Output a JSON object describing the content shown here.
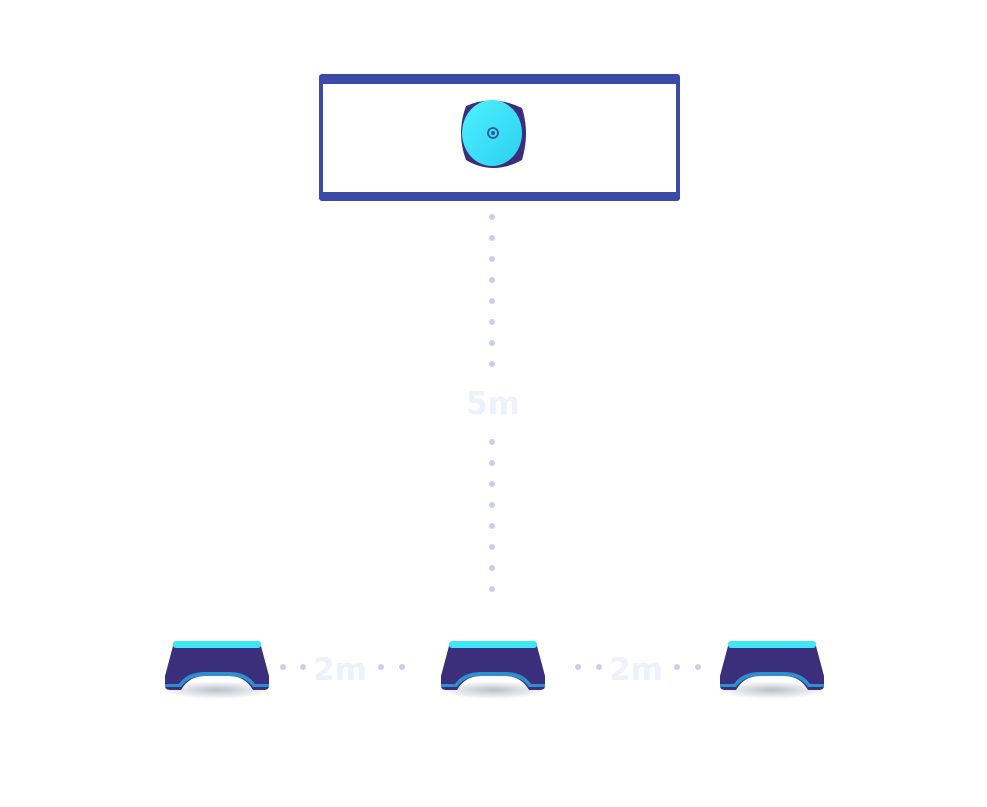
{
  "diagram": {
    "distance_vertical": "5m",
    "distance_left": "2m",
    "distance_right": "2m"
  },
  "colors": {
    "frame": "#3d4aa5",
    "sensor": "#3ee6f7",
    "sensor_body": "#3b2e7a",
    "base_body": "#3b2e7a",
    "base_top": "#3ee6f7",
    "dots": "#c9cdf0",
    "label": "#eef0fb"
  },
  "icons": {
    "sensor": "sensor-disc-icon",
    "base": "base-station-icon"
  }
}
